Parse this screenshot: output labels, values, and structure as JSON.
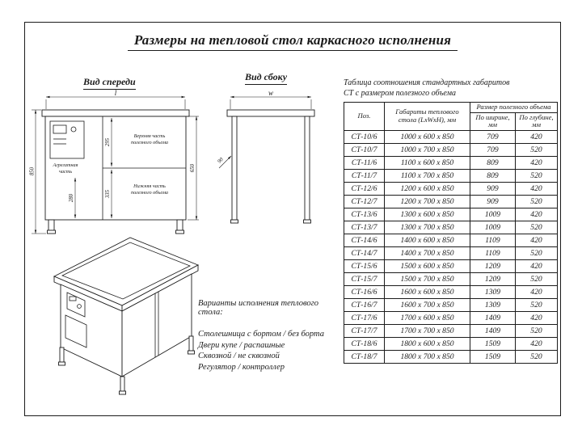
{
  "title": "Размеры на тепловой стол каркасного исполнения",
  "front_view": {
    "label": "Вид спереди",
    "dim_length": "l",
    "dim_height_overall": "850",
    "dim_upper": "295",
    "dim_lower": "335",
    "dim_inner_height": "650",
    "dim_aggregate": "280",
    "upper_label_line1": "Верхняя часть",
    "upper_label_line2": "полезного объема",
    "lower_label_line1": "Нижняя часть",
    "lower_label_line2": "полезного объема",
    "aggregate_label_line1": "Агрегатная",
    "aggregate_label_line2": "часть"
  },
  "side_view": {
    "label": "Вид сбоку",
    "dim_width": "w",
    "dim_depth": "90"
  },
  "options": {
    "title": "Варианты исполнения теплового стола:",
    "items": [
      "Столешница с бортом / без борта",
      "Двери купе / распашные",
      "Сквозной / не сквозной",
      "Регулятор / контроллер"
    ]
  },
  "table": {
    "caption_line1": "Таблица соотношения стандартных габаритов",
    "caption_line2": "СТ с размером полезного объема",
    "headers": {
      "pos": "Поз.",
      "dims": "Габариты теплового стола (LxWxH), мм",
      "volume": "Размер полезного объема",
      "width": "По ширине, мм",
      "depth": "По глубине, мм"
    },
    "rows": [
      [
        "СТ-10/6",
        "1000 x 600 x 850",
        "709",
        "420"
      ],
      [
        "СТ-10/7",
        "1000 x 700 x 850",
        "709",
        "520"
      ],
      [
        "СТ-11/6",
        "1100 x 600 x 850",
        "809",
        "420"
      ],
      [
        "СТ-11/7",
        "1100 x 700 x 850",
        "809",
        "520"
      ],
      [
        "СТ-12/6",
        "1200 x 600 x 850",
        "909",
        "420"
      ],
      [
        "СТ-12/7",
        "1200 x 700 x 850",
        "909",
        "520"
      ],
      [
        "СТ-13/6",
        "1300 x 600 x 850",
        "1009",
        "420"
      ],
      [
        "СТ-13/7",
        "1300 x 700 x 850",
        "1009",
        "520"
      ],
      [
        "СТ-14/6",
        "1400 x 600 x 850",
        "1109",
        "420"
      ],
      [
        "СТ-14/7",
        "1400 x 700 x 850",
        "1109",
        "520"
      ],
      [
        "СТ-15/6",
        "1500 x 600 x 850",
        "1209",
        "420"
      ],
      [
        "СТ-15/7",
        "1500 x 700 x 850",
        "1209",
        "520"
      ],
      [
        "СТ-16/6",
        "1600 x 600 x 850",
        "1309",
        "420"
      ],
      [
        "СТ-16/7",
        "1600 x 700 x 850",
        "1309",
        "520"
      ],
      [
        "СТ-17/6",
        "1700 x 600 x 850",
        "1409",
        "420"
      ],
      [
        "СТ-17/7",
        "1700 x 700 x 850",
        "1409",
        "520"
      ],
      [
        "СТ-18/6",
        "1800 x 600 x 850",
        "1509",
        "420"
      ],
      [
        "СТ-18/7",
        "1800 x 700 x 850",
        "1509",
        "520"
      ]
    ]
  }
}
